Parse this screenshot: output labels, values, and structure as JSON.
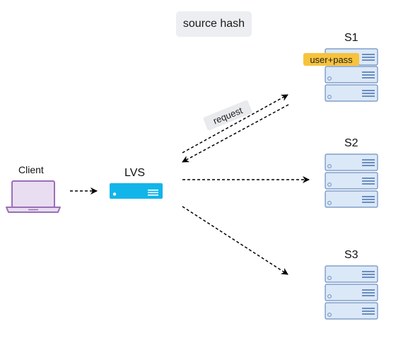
{
  "title": "source hash",
  "client": {
    "label": "Client",
    "icon": "laptop-icon",
    "color": "#9a6fb8",
    "fill": "#e9ddf1"
  },
  "load_balancer": {
    "label": "LVS",
    "icon": "server-appliance-icon",
    "color": "#12b5ea"
  },
  "servers": [
    {
      "label": "S1",
      "session_tag": "user+pass"
    },
    {
      "label": "S2"
    },
    {
      "label": "S3"
    }
  ],
  "edges": [
    {
      "from": "Client",
      "to": "LVS"
    },
    {
      "from": "LVS",
      "to": "S1",
      "label": "request"
    },
    {
      "from": "S1",
      "to": "LVS"
    },
    {
      "from": "LVS",
      "to": "S2"
    },
    {
      "from": "LVS",
      "to": "S3"
    }
  ],
  "colors": {
    "server_fill": "#dbe8f8",
    "server_stroke": "#6c8ebf",
    "session_tag": "#f7c33c",
    "title_bg": "#eceef1",
    "edge": "#000000"
  }
}
